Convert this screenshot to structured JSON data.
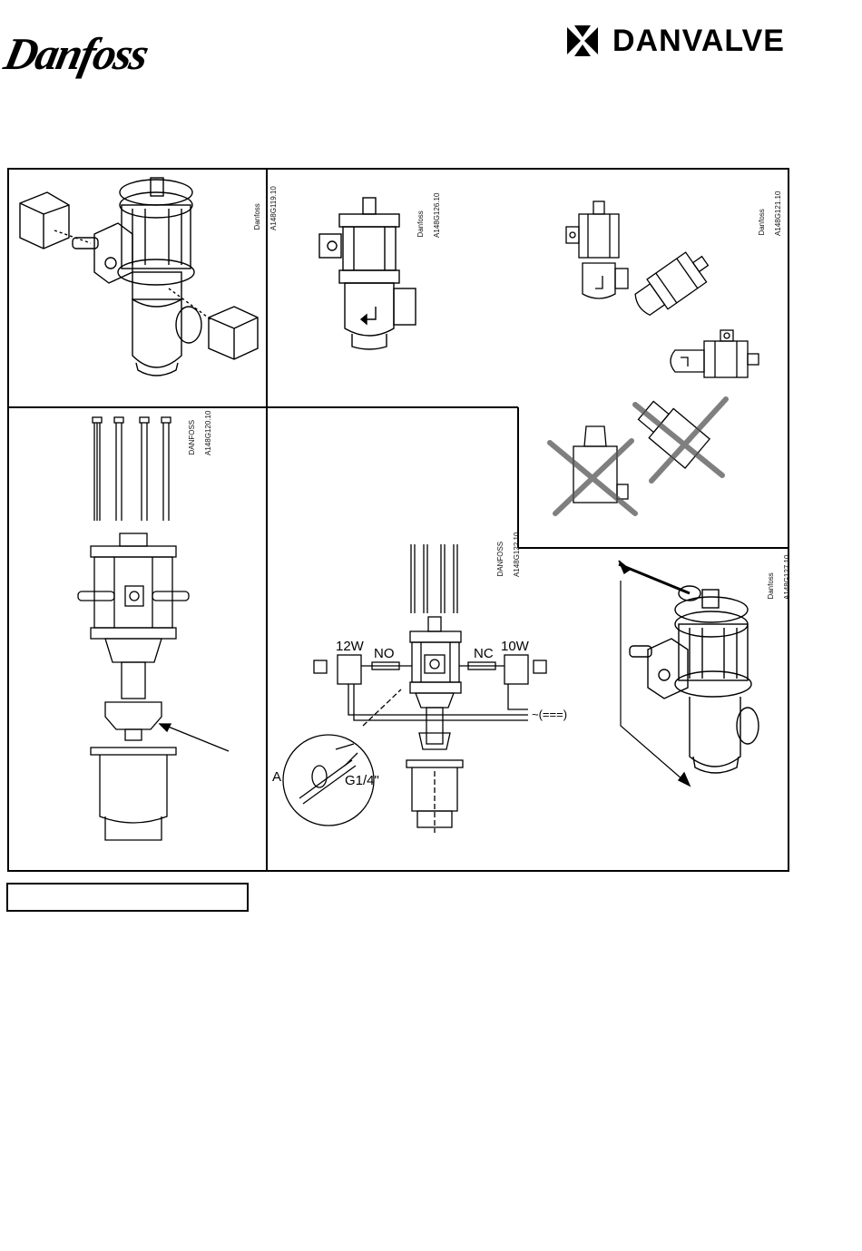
{
  "header": {
    "left_logo": "Danfoss",
    "right_logo": "DANVALVE"
  },
  "panels": {
    "p1": {
      "code_brand": "Danfoss",
      "code_id": "A148G119.10"
    },
    "p2": {
      "code_brand": "Danfoss",
      "code_id": "A148G126.10"
    },
    "p3": {
      "code_brand": "Danfoss",
      "code_id": "A148G121.10"
    },
    "p4": {
      "code_brand": "DANFOSS",
      "code_id": "A148G120.10"
    },
    "p5": {
      "code_brand": "DANFOSS",
      "code_id": "A148G122.10",
      "labels": {
        "coil_left": "12W",
        "no": "NO",
        "nc": "NC",
        "coil_right": "10W",
        "supply": "~(===)",
        "detail": "A",
        "thread": "G1/4\""
      }
    },
    "p6": {
      "code_brand": "Danfoss",
      "code_id": "A148G127.10"
    }
  },
  "caption_box": {
    "text": ""
  }
}
